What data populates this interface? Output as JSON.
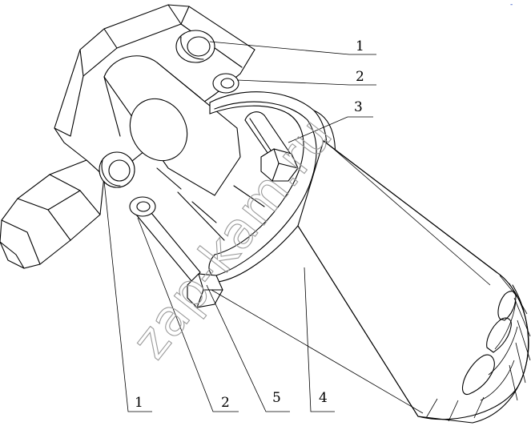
{
  "watermark": "zap-kam.ru",
  "corner_mark": "-",
  "callouts": {
    "upper_1": "1",
    "upper_2": "2",
    "upper_3": "3",
    "lower_1": "1",
    "lower_2": "2",
    "lower_5": "5",
    "lower_4": "4"
  }
}
